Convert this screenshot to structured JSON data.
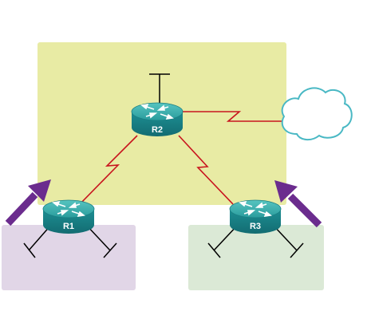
{
  "colors": {
    "area_top": "#e8eba4",
    "area_left": "#e1d6e7",
    "area_right": "#dbe9d6",
    "serial_link": "#c8141e",
    "router_body": "#1c8e92",
    "router_top": "#3fb3b0",
    "arrow": "#6b2c8e",
    "cloud_stroke": "#49b8c4",
    "line": "#000000"
  },
  "routers": [
    {
      "id": "r1",
      "label": "R1"
    },
    {
      "id": "r2",
      "label": "R2"
    },
    {
      "id": "r3",
      "label": "R3"
    }
  ],
  "icons": {
    "router": "router-icon",
    "cloud": "cloud-icon",
    "arrow": "arrow-icon"
  }
}
